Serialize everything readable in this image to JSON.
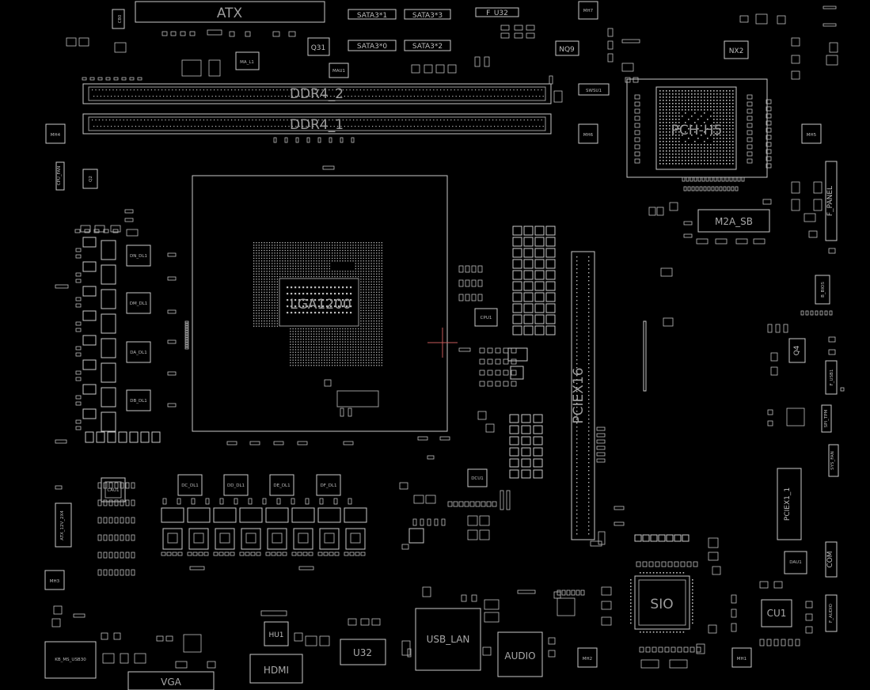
{
  "board": {
    "connectors": {
      "atx": "ATX",
      "sata1": "SATA3*1",
      "sata3": "SATA3*3",
      "sata0": "SATA3*0",
      "sata2": "SATA3*2",
      "f_u32": "F_U32",
      "ddr4_2": "DDR4_2",
      "ddr4_1": "DDR4_1",
      "pciex16": "PCIEX16",
      "pciex1": "PCIEX1_1",
      "m2a_sb": "M2A_SB",
      "f_panel": "F_PANEL",
      "f_usb1": "F_USB1",
      "com": "COM",
      "f_audio": "F_AUDIO",
      "vga": "VGA",
      "hdmi": "HDMI",
      "u32": "U32",
      "usb_lan": "USB_LAN",
      "audio": "AUDIO",
      "atx_12v": "ATX_12V_2X4",
      "kb_ms": "KB_MS_USB30",
      "cpu_fan": "CPU_FAN",
      "sys_fan": "SYS_FAN",
      "spi_tpm": "SPI_TPM",
      "b_bios": "B_BIOS"
    },
    "chips": {
      "cpu_socket": "LGA1200",
      "pch": "PCH-H5",
      "sio": "SIO",
      "q31": "Q31",
      "nq9": "NQ9",
      "nx2": "NX2",
      "q4": "Q4",
      "hu1": "HU1",
      "cu1": "CU1",
      "swsu1": "SWSU1",
      "ma_l1": "MA_L1",
      "mau1": "MAU1",
      "dcu1": "DCU1",
      "cau1": "CAU1",
      "dau1": "DAU1",
      "cpu1": "CPU1",
      "c80": "C80",
      "q2": "Q2"
    },
    "phase_chokes": [
      "DN_DL1",
      "DM_DL1",
      "DA_DL1",
      "DB_DL1",
      "DC_DL1",
      "DD_DL1",
      "DE_DL1",
      "DF_DL1"
    ],
    "mounting_holes": [
      "MH7",
      "MH4",
      "MH6",
      "MH5",
      "MH3",
      "MH2",
      "MH1"
    ]
  }
}
